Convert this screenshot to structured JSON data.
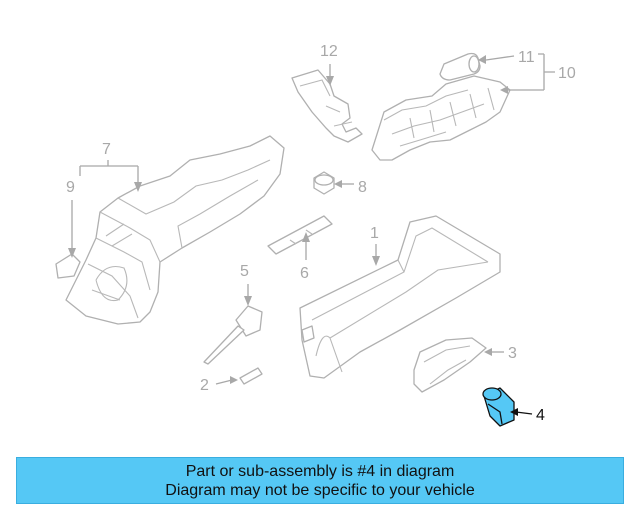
{
  "callouts": {
    "c1": "1",
    "c2": "2",
    "c3": "3",
    "c4": "4",
    "c5": "5",
    "c6": "6",
    "c7": "7",
    "c8": "8",
    "c9": "9",
    "c10": "10",
    "c11": "11",
    "c12": "12"
  },
  "highlight": {
    "part_number": "4",
    "color": "#55c8f5"
  },
  "banner": {
    "line1": "Part or sub-assembly is #4 in diagram",
    "line2": "Diagram may not be specific to your vehicle"
  }
}
